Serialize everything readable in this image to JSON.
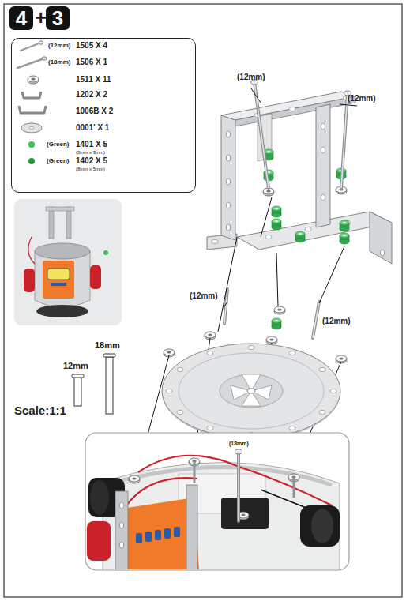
{
  "diagram": {
    "nodes": [
      {
        "text": [
          "4"
        ]
      },
      {
        "text": [
          "3"
        ]
      },
      {
        "text": [
          "(12mm)",
          "1505 X 4",
          "(18mm)",
          "1506 X 1",
          "1511 X 11",
          "1202 X 2",
          "1006B X 2",
          "0001' X 1",
          "(Green)",
          "1401 X 5",
          "(8mm x 3mm)",
          "(Green)",
          "1402 X 5",
          "(8mm x 5mm)"
        ]
      }
    ],
    "labels": [
      "+",
      "(12mm)",
      "(12mm)",
      "(12mm)",
      "(12mm)",
      "(18mm)",
      "12mm",
      "18mm",
      "Scale:1:1"
    ]
  }
}
